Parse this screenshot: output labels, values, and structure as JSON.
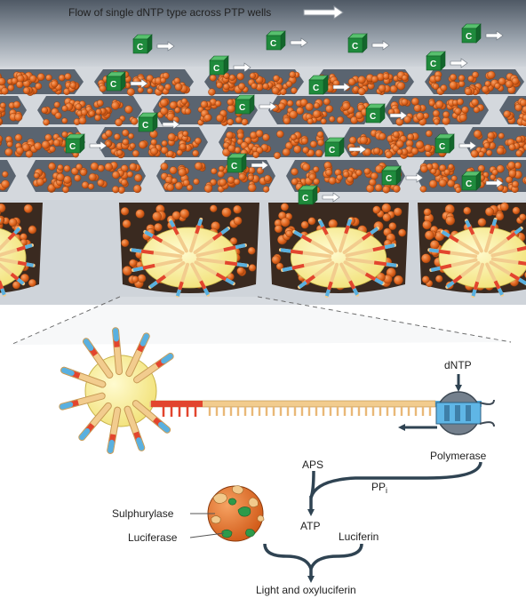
{
  "header": {
    "flow_label": "Flow of single dNTP type across PTP wells"
  },
  "cube_letter": "C",
  "labels": {
    "dntp": "dNTP",
    "polymerase": "Polymerase",
    "aps": "APS",
    "ppi_main": "PP",
    "ppi_sub": "i",
    "atp": "ATP",
    "sulphurylase": "Sulphurylase",
    "luciferase": "Luciferase",
    "luciferin": "Luciferin",
    "products": "Light and oxyluciferin"
  },
  "colors": {
    "plate_grey": "#d4d8dd",
    "channel_top": "#4f5965",
    "bead_orange": "#e0651e",
    "cube_green": "#1f8a3c",
    "sphere_yellow": "#f7ef9a",
    "arrow_dark": "#2f4352",
    "dna_blue": "#59b0e0",
    "dna_red": "#e2452e",
    "dna_tan": "#f2cc8e"
  },
  "icons": {
    "cube": "nucleotide-cube-icon",
    "arrow": "flow-arrow-icon",
    "polymerase": "polymerase-icon",
    "enzyme": "enzyme-bead-icon"
  }
}
